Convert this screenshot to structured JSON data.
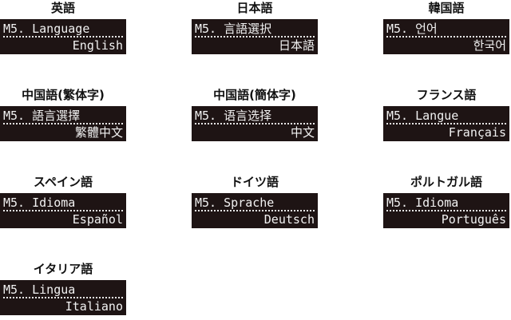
{
  "items": [
    {
      "title": "英語",
      "line1": "M5. Language",
      "line2": "English"
    },
    {
      "title": "日本語",
      "line1": "M5. 言語選択",
      "line2": "日本語"
    },
    {
      "title": "韓国語",
      "line1": "M5. 언어",
      "line2": "한국어"
    },
    {
      "title": "中国語(繁体字)",
      "line1": "M5. 語言選擇",
      "line2": "繁體中文"
    },
    {
      "title": "中国語(簡体字)",
      "line1": "M5. 语言选择",
      "line2": "中文"
    },
    {
      "title": "フランス語",
      "line1": "M5. Langue",
      "line2": "Français"
    },
    {
      "title": "スペイン語",
      "line1": "M5. Idioma",
      "line2": "Español"
    },
    {
      "title": "ドイツ語",
      "line1": "M5. Sprache",
      "line2": "Deutsch"
    },
    {
      "title": "ポルトガル語",
      "line1": "M5. Idioma",
      "line2": "Português"
    },
    {
      "title": "イタリア語",
      "line1": "M5. Lingua",
      "line2": "Italiano"
    }
  ]
}
